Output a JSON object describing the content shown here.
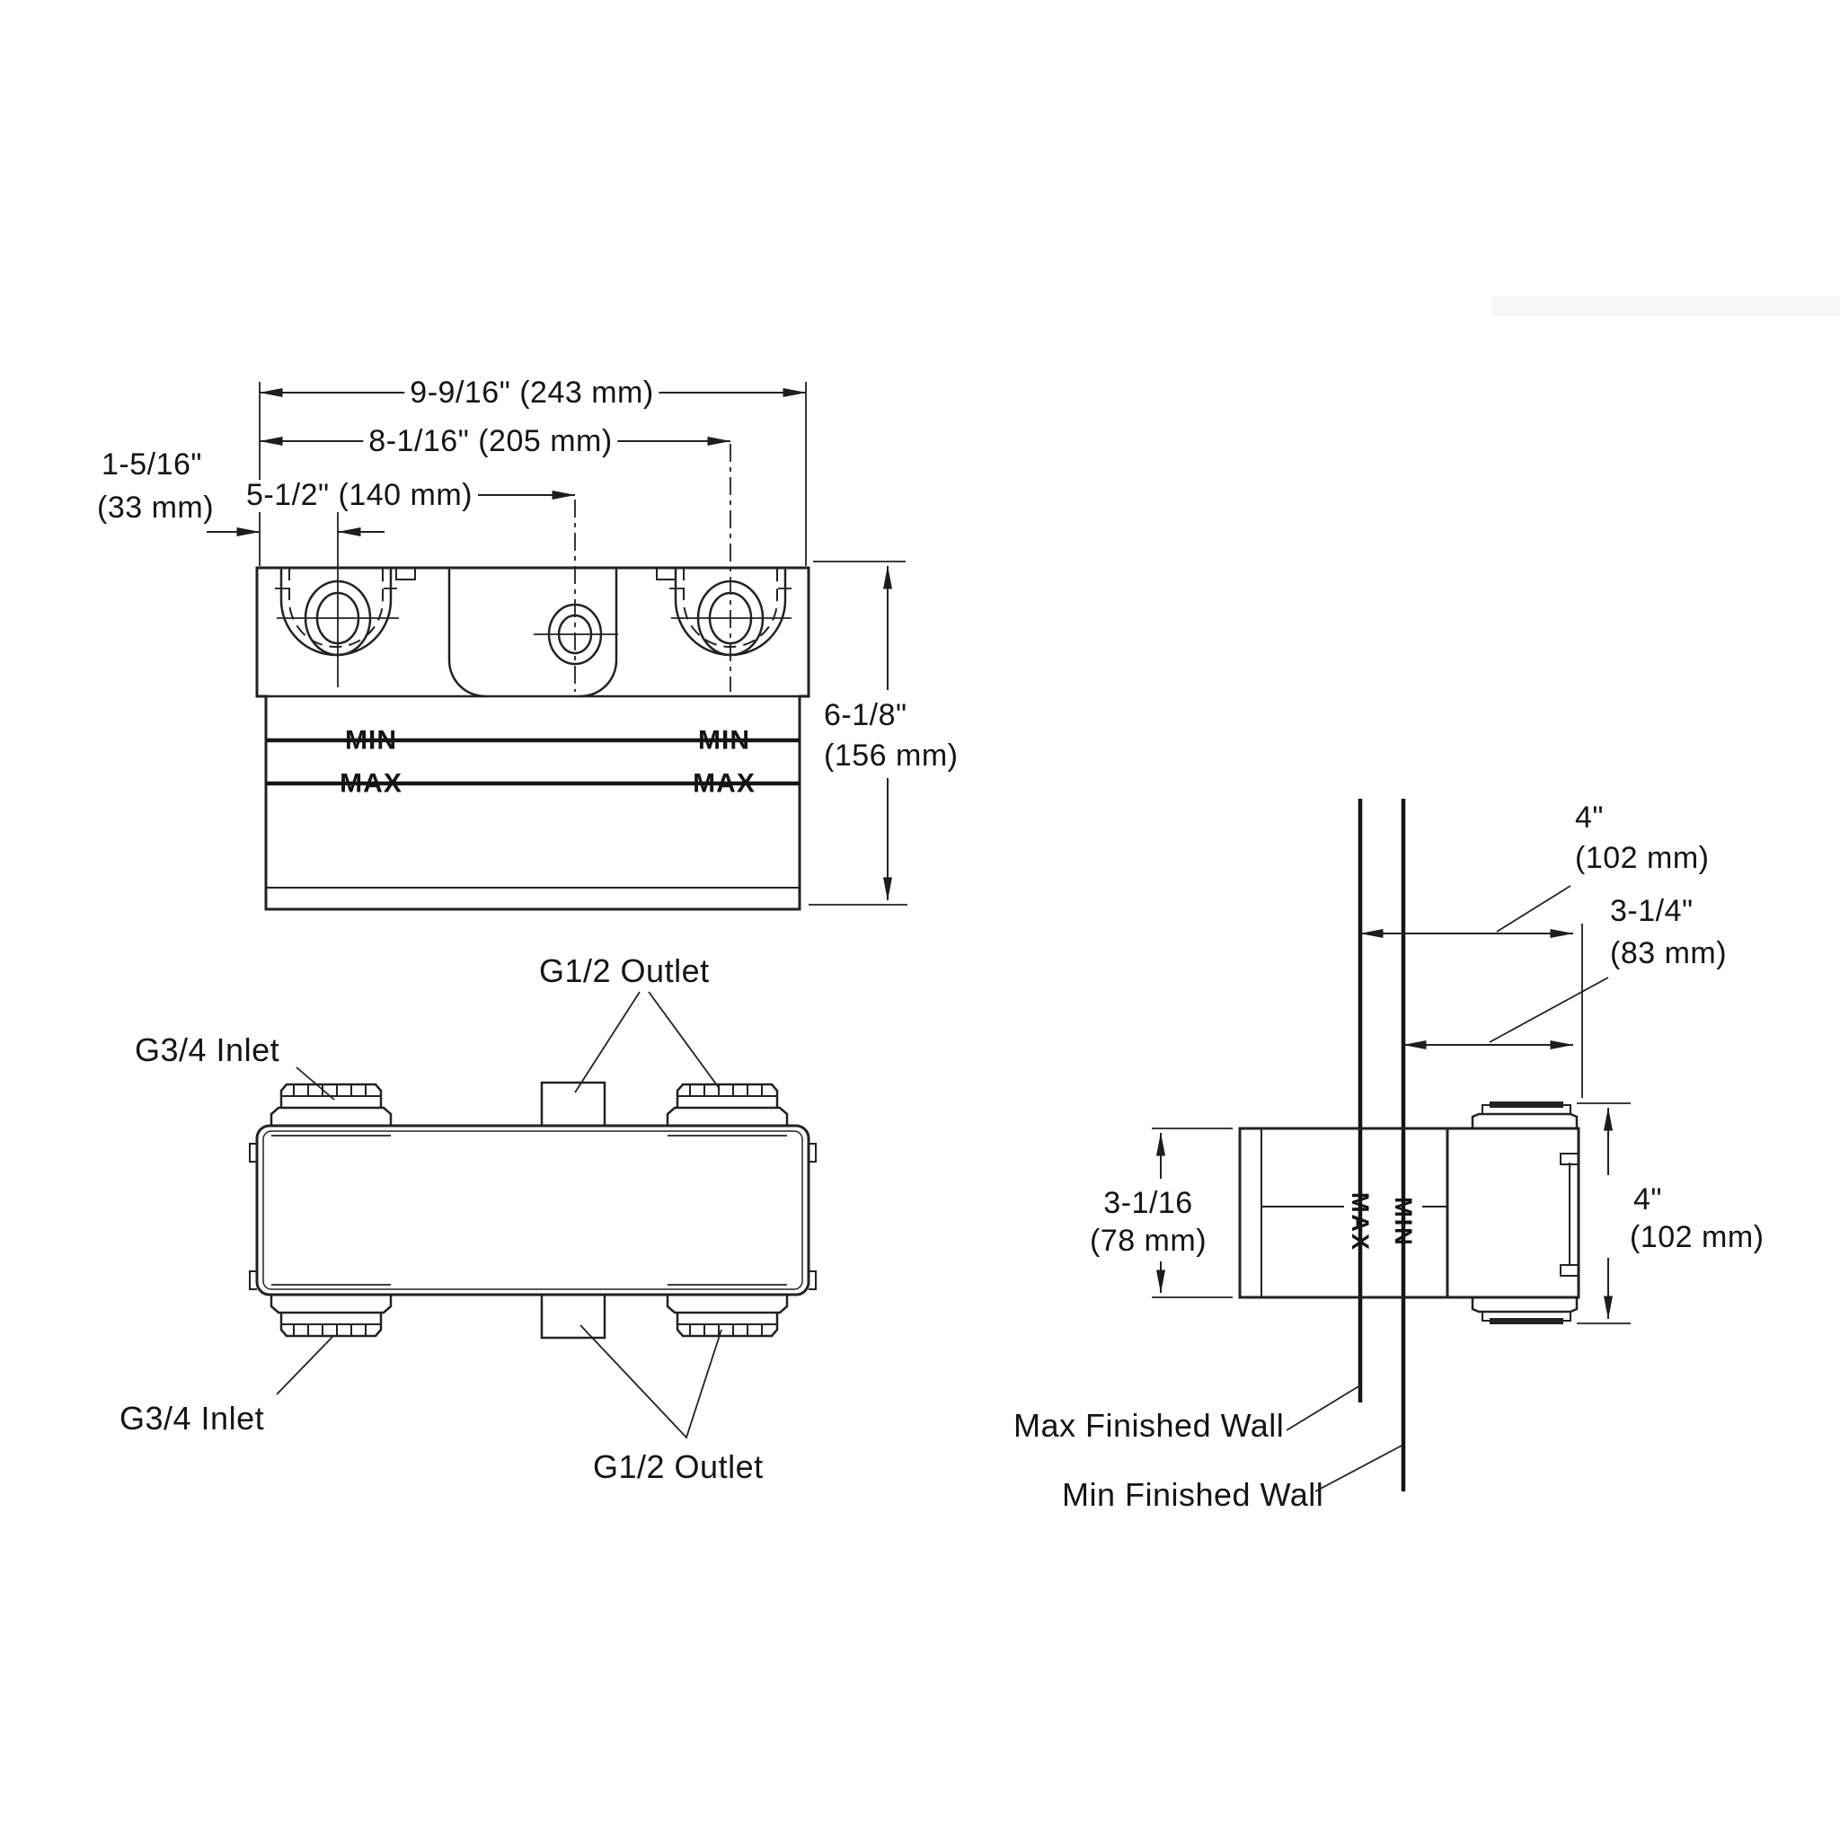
{
  "front_view": {
    "dim_width_overall": "9-9/16\" (243 mm)",
    "dim_width_ports": "8-1/16\" (205 mm)",
    "dim_width_center": "5-1/2\" (140 mm)",
    "dim_offset_in": "1-5/16\"",
    "dim_offset_mm": "(33 mm)",
    "dim_height_in": "6-1/8\"",
    "dim_height_mm": "(156 mm)",
    "min_mark": "MIN",
    "max_mark": "MAX"
  },
  "top_view": {
    "outlet_label": "G1/2 Outlet",
    "inlet_label": "G3/4 Inlet"
  },
  "side_view": {
    "dim_depth_max_in": "4\"",
    "dim_depth_max_mm": "(102 mm)",
    "dim_depth_min_in": "3-1/4\"",
    "dim_depth_min_mm": "(83 mm)",
    "dim_rough_height_in": "3-1/16",
    "dim_rough_height_mm": "(78 mm)",
    "dim_trim_height_in": "4\"",
    "dim_trim_height_mm": "(102 mm)",
    "max_mark": "MAX",
    "min_mark": "MIN",
    "max_wall_label": "Max Finished Wall",
    "min_wall_label": "Min Finished Wall"
  }
}
